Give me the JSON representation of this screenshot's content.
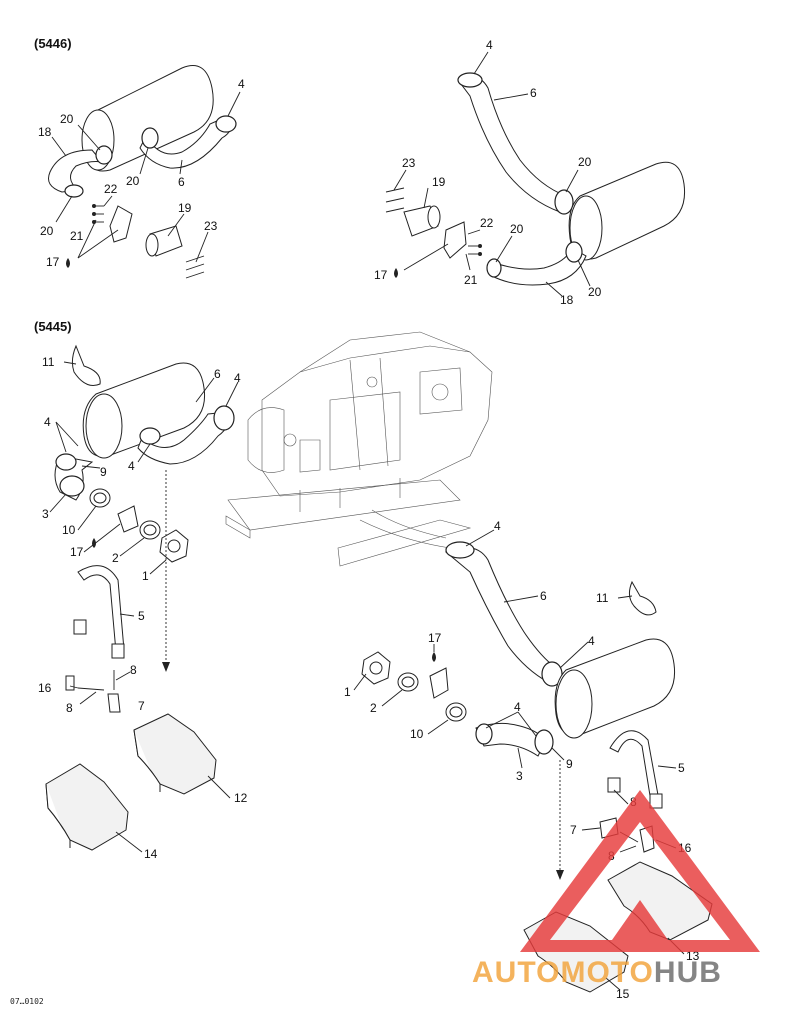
{
  "diagram": {
    "section_labels": [
      "(5446)",
      "(5445)"
    ],
    "drawing_code": "07…0102",
    "part_numbers": [
      "1",
      "2",
      "3",
      "4",
      "5",
      "6",
      "7",
      "8",
      "9",
      "10",
      "11",
      "12",
      "13",
      "14",
      "15",
      "16",
      "17",
      "18",
      "19",
      "20",
      "21",
      "22",
      "23"
    ]
  },
  "watermark": {
    "text_part1": "AUTOMOTO",
    "text_part2": "HUB",
    "color_accent": "#f2a33a",
    "color_dark": "#6b6b6b",
    "color_triangle": "#e63b3b"
  },
  "labels": {
    "a": {
      "l20a": "20",
      "l4a": "4",
      "l18a": "18",
      "l20b": "20",
      "l6a": "6",
      "l20c": "20",
      "l22a": "22",
      "l21a": "21",
      "l19a": "19",
      "l23a": "23",
      "l17a": "17"
    },
    "b": {
      "l4": "4",
      "l6": "6",
      "l20a": "20",
      "l23": "23",
      "l19": "19",
      "l22": "22",
      "l20b": "20",
      "l17": "17",
      "l21": "21",
      "l18": "18",
      "l20c": "20"
    },
    "c": {
      "l11": "11",
      "l6": "6",
      "l4a": "4",
      "l4b": "4",
      "l9": "9",
      "l4c": "4",
      "l3": "3",
      "l10": "10",
      "l17": "17",
      "l2": "2",
      "l1": "1",
      "l5": "5",
      "l8a": "8",
      "l16": "16",
      "l8b": "8",
      "l7": "7",
      "l12": "12",
      "l14": "14"
    },
    "d": {
      "l4a": "4",
      "l6": "6",
      "l11": "11",
      "l4b": "4",
      "l17": "17",
      "l1": "1",
      "l2": "2",
      "l4c": "4",
      "l10": "10",
      "l9": "9",
      "l3": "3",
      "l5": "5",
      "l8a": "8",
      "l7": "7",
      "l8b": "8",
      "l16": "16",
      "l13": "13",
      "l15": "15"
    }
  }
}
